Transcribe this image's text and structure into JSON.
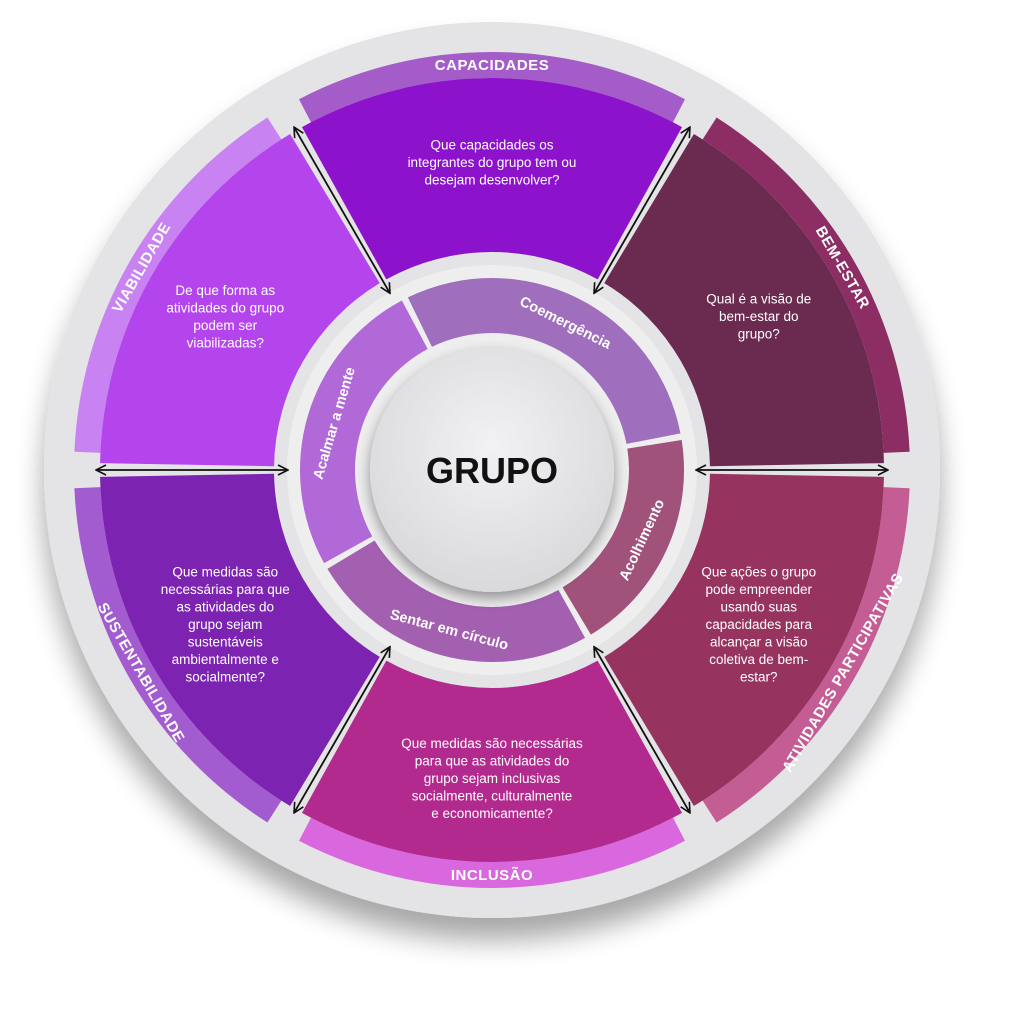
{
  "center": {
    "label": "GRUPO"
  },
  "segments": [
    {
      "key": "capacidades",
      "label": "CAPACIDADES",
      "question": [
        "Que capacidades os",
        "integrantes do grupo tem ou",
        "desejam desenvolver?"
      ],
      "colors": {
        "main": "#8c12cc",
        "band": "#a45cc8"
      }
    },
    {
      "key": "bem_estar",
      "label": "BEM-ESTAR",
      "question": [
        "Qual é a visão de",
        "bem-estar do",
        "grupo?"
      ],
      "colors": {
        "main": "#6b2a4f",
        "band": "#8c2d63"
      }
    },
    {
      "key": "atividades",
      "label": "ATIVIDADES PARTICIPATIVAS",
      "question": [
        "Que ações o grupo",
        "pode empreender",
        "usando suas",
        "capacidades para",
        "alcançar a visão",
        "coletiva de bem-",
        "estar?"
      ],
      "colors": {
        "main": "#96335f",
        "band": "#c45d94"
      }
    },
    {
      "key": "inclusao",
      "label": "INCLUSÃO",
      "question": [
        "Que medidas são necessárias",
        "para que as atividades do",
        "grupo sejam inclusivas",
        "socialmente, culturalmente",
        "e economicamente?"
      ],
      "colors": {
        "main": "#b32a8f",
        "band": "#d968de"
      }
    },
    {
      "key": "sustentabilidade",
      "label": "SUSTENTABILIDADE",
      "question": [
        "Que medidas são",
        "necessárias para que",
        "as atividades do",
        "grupo sejam",
        "sustentáveis",
        "ambientalmente e",
        "socialmente?"
      ],
      "colors": {
        "main": "#7c23b2",
        "band": "#a25cd0"
      }
    },
    {
      "key": "viabilidade",
      "label": "VIABILIDADE",
      "question": [
        "De que forma as",
        "atividades do grupo",
        "podem ser",
        "viabilizadas?"
      ],
      "colors": {
        "main": "#b445ed",
        "band": "#c982f2"
      }
    }
  ],
  "inner_ring": [
    {
      "key": "coemergencia",
      "label": "Coemergência",
      "color": "#9f6fbe"
    },
    {
      "key": "acolhimento",
      "label": "Acolhimento",
      "color": "#a0527b"
    },
    {
      "key": "sentar",
      "label": "Sentar em círculo",
      "color": "#a35fb0"
    },
    {
      "key": "acalmar",
      "label": "Acalmar a mente",
      "color": "#b069d6"
    }
  ],
  "colors": {
    "background_disc": "#e4e4e6",
    "arrow": "#111111",
    "center_disc": "#e6e6e8",
    "center_text": "#111111"
  }
}
